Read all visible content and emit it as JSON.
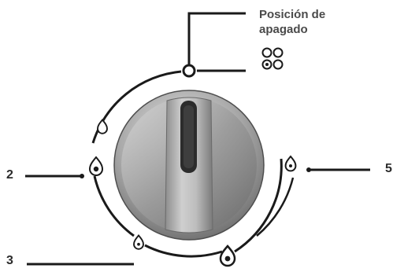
{
  "off_position": {
    "label_line1": "Posición de",
    "label_line2": "apagado"
  },
  "positions": {
    "two": "2",
    "three": "3",
    "five": "5"
  },
  "icons": {
    "off_burners": "four-small-circles-icon",
    "flame_small": "flame-icon",
    "knob": "rotary-knob"
  },
  "colors": {
    "line": "#1a1a1a",
    "knob_dark": "#6e6e6e",
    "knob_light": "#d4d4d4",
    "text": "#4a4a4a"
  }
}
